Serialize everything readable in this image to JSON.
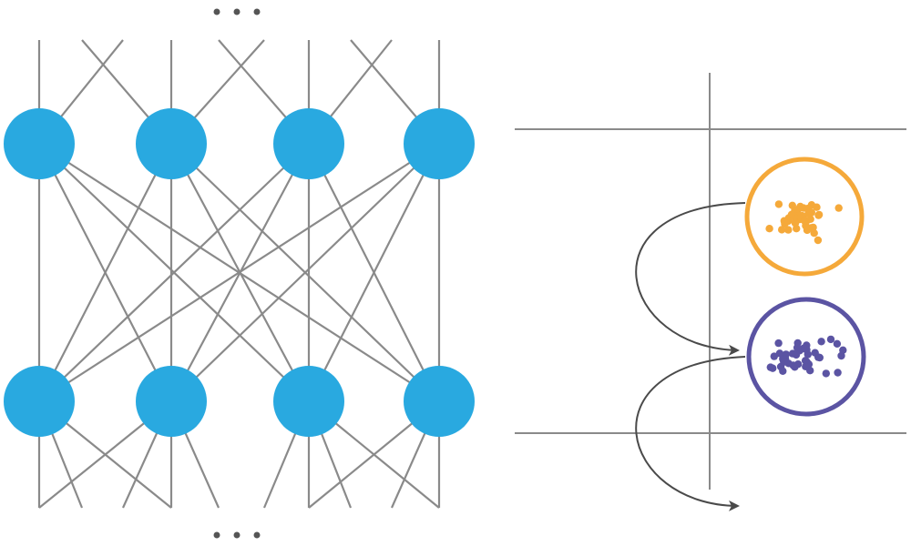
{
  "colors": {
    "background": "#ffffff",
    "edge": "#8a8a8a",
    "node": "#29a9e0",
    "axis": "#8a8a8a",
    "arrow": "#4a4a4a",
    "cluster_a": "#f5a93a",
    "cluster_b": "#5b54a3",
    "ellipsis": "#555555"
  },
  "network": {
    "layers": 2,
    "nodes_per_layer": 4,
    "continues_above": true,
    "continues_below": true,
    "connectivity": "fully-connected"
  },
  "clusters": [
    {
      "name": "cluster-a",
      "color_key": "cluster_a",
      "points": 40
    },
    {
      "name": "cluster-b",
      "color_key": "cluster_b",
      "points": 40
    }
  ],
  "arrows": 2
}
